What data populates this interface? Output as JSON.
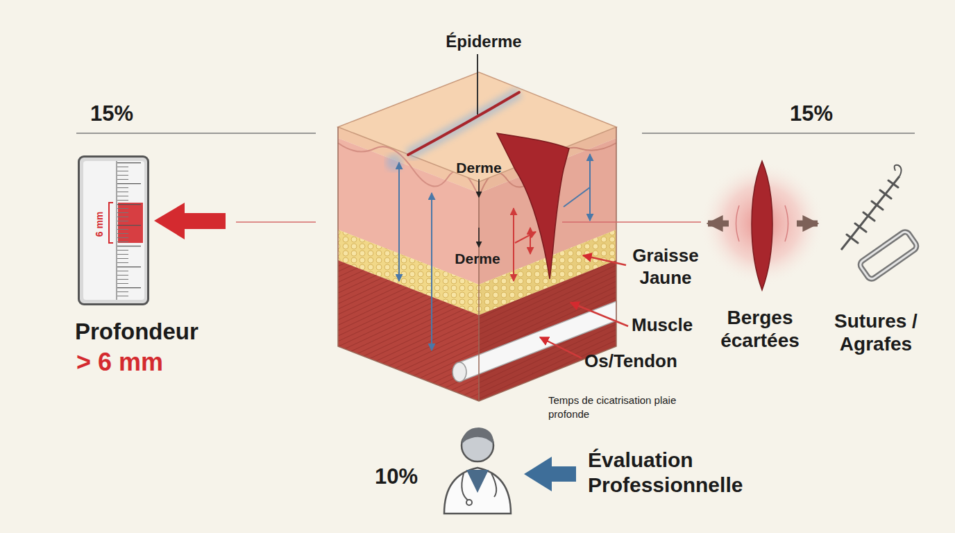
{
  "diagram": {
    "nodes": [
      {
        "text": [
          "6 mm"
        ]
      }
    ],
    "labels": [
      "Épiderme",
      "15%",
      "15%",
      "Profondeur",
      "> 6 mm",
      "Derme",
      "Derme",
      "Graisse Jaune",
      "Muscle",
      "Os/Tendon",
      "Berges écartées",
      "Sutures / Agrafes",
      "Temps de cicatrisation plaie profonde",
      "10%",
      "Évaluation Professionnelle"
    ]
  }
}
